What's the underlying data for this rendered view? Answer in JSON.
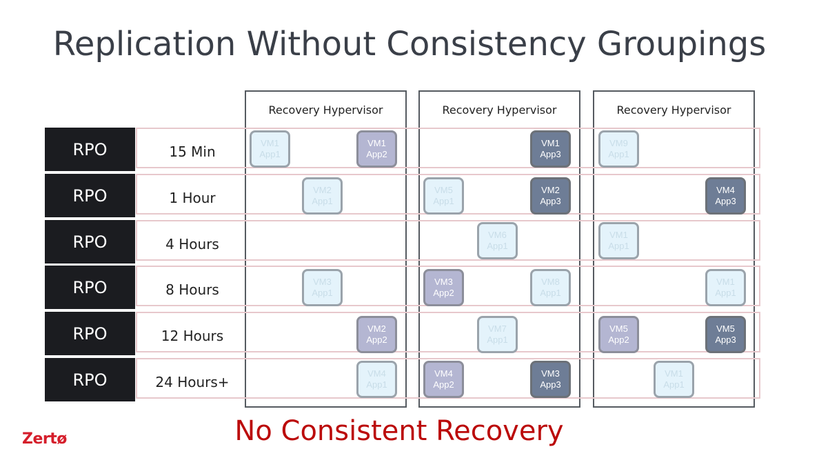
{
  "title": "Replication Without Consistency Groupings",
  "hypervisors": [
    {
      "label": "Recovery Hypervisor"
    },
    {
      "label": "Recovery Hypervisor"
    },
    {
      "label": "Recovery Hypervisor"
    }
  ],
  "rows": [
    {
      "rpo": "RPO",
      "time": "15 Min"
    },
    {
      "rpo": "RPO",
      "time": "1 Hour"
    },
    {
      "rpo": "RPO",
      "time": "4 Hours"
    },
    {
      "rpo": "RPO",
      "time": "8 Hours"
    },
    {
      "rpo": "RPO",
      "time": "12 Hours"
    },
    {
      "rpo": "RPO",
      "time": "24 Hours+"
    }
  ],
  "vms": [
    {
      "vm": "VM1",
      "app": "App1"
    },
    {
      "vm": "VM1",
      "app": "App2"
    },
    {
      "vm": "VM1",
      "app": "App3"
    },
    {
      "vm": "VM9",
      "app": "App1"
    },
    {
      "vm": "VM2",
      "app": "App1"
    },
    {
      "vm": "VM5",
      "app": "App1"
    },
    {
      "vm": "VM2",
      "app": "App3"
    },
    {
      "vm": "VM4",
      "app": "App3"
    },
    {
      "vm": "VM6",
      "app": "App1"
    },
    {
      "vm": "VM1",
      "app": "App1"
    },
    {
      "vm": "VM3",
      "app": "App1"
    },
    {
      "vm": "VM3",
      "app": "App2"
    },
    {
      "vm": "VM8",
      "app": "App1"
    },
    {
      "vm": "VM1",
      "app": "App1"
    },
    {
      "vm": "VM2",
      "app": "App2"
    },
    {
      "vm": "VM7",
      "app": "App1"
    },
    {
      "vm": "VM5",
      "app": "App2"
    },
    {
      "vm": "VM5",
      "app": "App3"
    },
    {
      "vm": "VM4",
      "app": "App1"
    },
    {
      "vm": "VM4",
      "app": "App2"
    },
    {
      "vm": "VM3",
      "app": "App3"
    },
    {
      "vm": "VM1",
      "app": "App1"
    }
  ],
  "footer": "No Consistent Recovery",
  "logo": "Zertø",
  "colors": {
    "app1": "#e4f3fb",
    "app2": "#b4b6d2",
    "app3": "#6e7d96",
    "footer": "#bb0a0a",
    "logo": "#d51e2b"
  }
}
